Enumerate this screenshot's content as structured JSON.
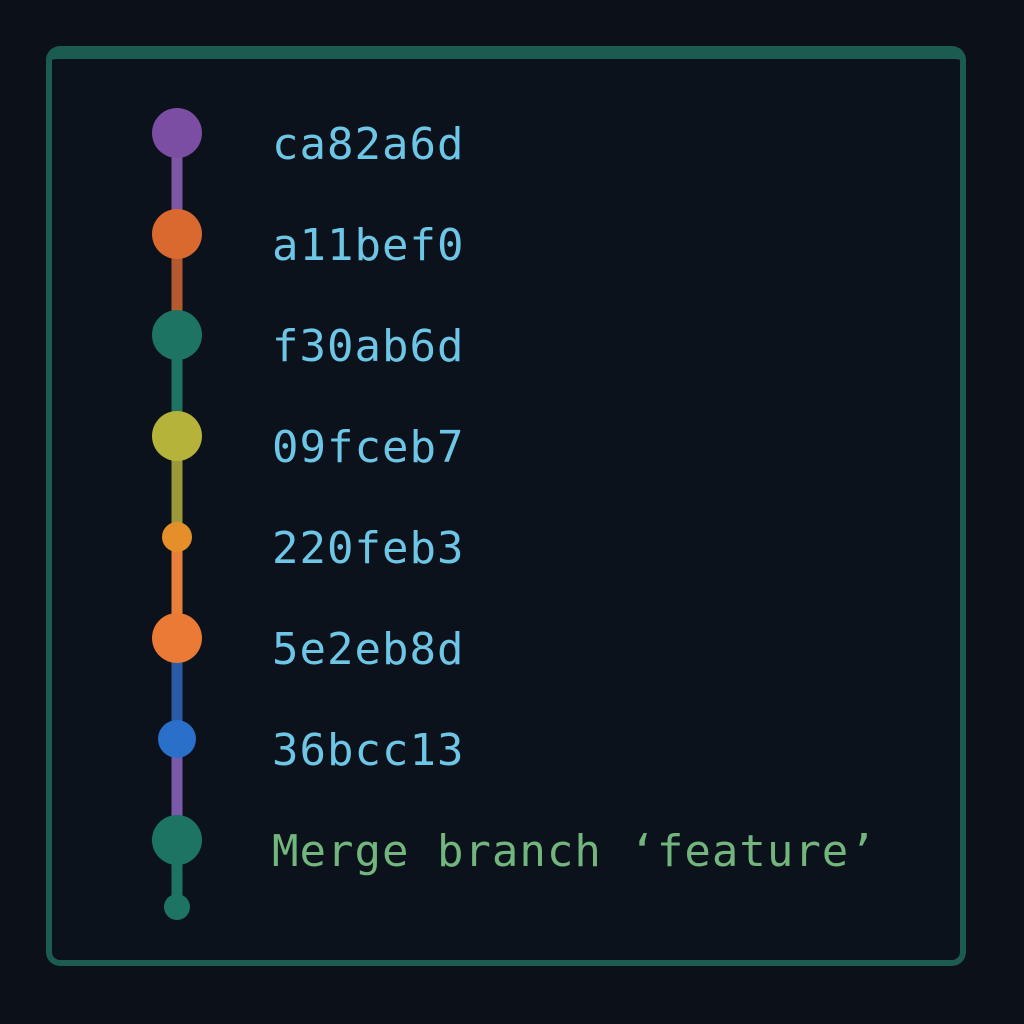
{
  "commits": [
    {
      "label": "ca82a6d",
      "node_color": "#7b4ea3",
      "edge_color": "#7d56a6",
      "node_size": "large"
    },
    {
      "label": "a11bef0",
      "node_color": "#d9692f",
      "edge_color": "#b45a2e",
      "node_size": "large"
    },
    {
      "label": "f30ab6d",
      "node_color": "#1d7463",
      "edge_color": "#1d7463",
      "node_size": "large"
    },
    {
      "label": "09fceb7",
      "node_color": "#b5b33a",
      "edge_color": "#9a9a3a",
      "node_size": "large"
    },
    {
      "label": "220feb3",
      "node_color": "#e48f2a",
      "edge_color": "#e8803a",
      "node_size": "small"
    },
    {
      "label": "5e2eb8d",
      "node_color": "#ea7a35",
      "edge_color": "#2b5aa6",
      "node_size": "large"
    },
    {
      "label": "36bcc13",
      "node_color": "#2a6fc9",
      "edge_color": "#7a5aa8",
      "node_size": "medium"
    },
    {
      "label": "Merge branch ‘feature’",
      "node_color": "#1d7463",
      "edge_color": "#1d7463",
      "node_size": "large",
      "is_merge": true
    }
  ],
  "tail": {
    "node_color": "#1d7463"
  },
  "colors": {
    "background": "#0c1119",
    "panel_border": "#1c5c50",
    "hash_text": "#6ec6e6",
    "merge_text": "#72b67e"
  }
}
